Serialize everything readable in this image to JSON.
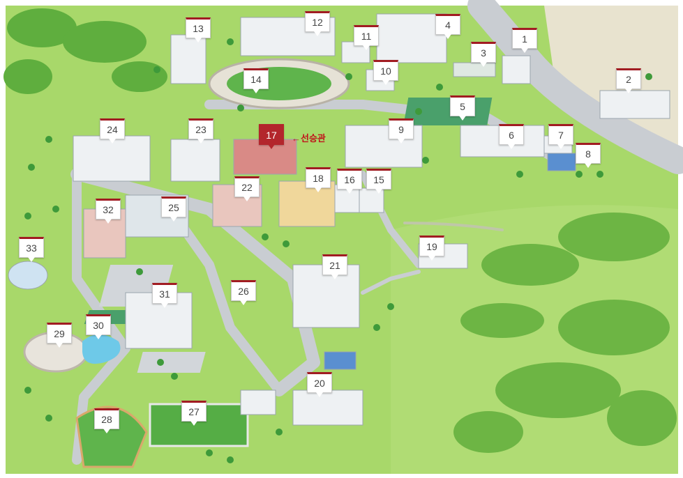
{
  "colors": {
    "grass": "#a8d86a",
    "grass_dark": "#7fbf45",
    "road": "#c9cdd2",
    "road_edge": "#9aa1a8",
    "tree": "#3e9a3a",
    "marker_accent": "#a11c22",
    "selected_fill": "#b3262c",
    "selected_text": "#c0141b"
  },
  "selected_label": "←선승관",
  "selected_id": "17",
  "markers": [
    {
      "id": "1",
      "label": "1"
    },
    {
      "id": "2",
      "label": "2"
    },
    {
      "id": "3",
      "label": "3"
    },
    {
      "id": "4",
      "label": "4"
    },
    {
      "id": "5",
      "label": "5"
    },
    {
      "id": "6",
      "label": "6"
    },
    {
      "id": "7",
      "label": "7"
    },
    {
      "id": "8",
      "label": "8"
    },
    {
      "id": "9",
      "label": "9"
    },
    {
      "id": "10",
      "label": "10"
    },
    {
      "id": "11",
      "label": "11"
    },
    {
      "id": "12",
      "label": "12"
    },
    {
      "id": "13",
      "label": "13"
    },
    {
      "id": "14",
      "label": "14"
    },
    {
      "id": "15",
      "label": "15"
    },
    {
      "id": "16",
      "label": "16"
    },
    {
      "id": "17",
      "label": "17"
    },
    {
      "id": "18",
      "label": "18"
    },
    {
      "id": "19",
      "label": "19"
    },
    {
      "id": "20",
      "label": "20"
    },
    {
      "id": "21",
      "label": "21"
    },
    {
      "id": "22",
      "label": "22"
    },
    {
      "id": "23",
      "label": "23"
    },
    {
      "id": "24",
      "label": "24"
    },
    {
      "id": "25",
      "label": "25"
    },
    {
      "id": "26",
      "label": "26"
    },
    {
      "id": "27",
      "label": "27"
    },
    {
      "id": "28",
      "label": "28"
    },
    {
      "id": "29",
      "label": "29"
    },
    {
      "id": "30",
      "label": "30"
    },
    {
      "id": "31",
      "label": "31"
    },
    {
      "id": "32",
      "label": "32"
    },
    {
      "id": "33",
      "label": "33"
    }
  ]
}
